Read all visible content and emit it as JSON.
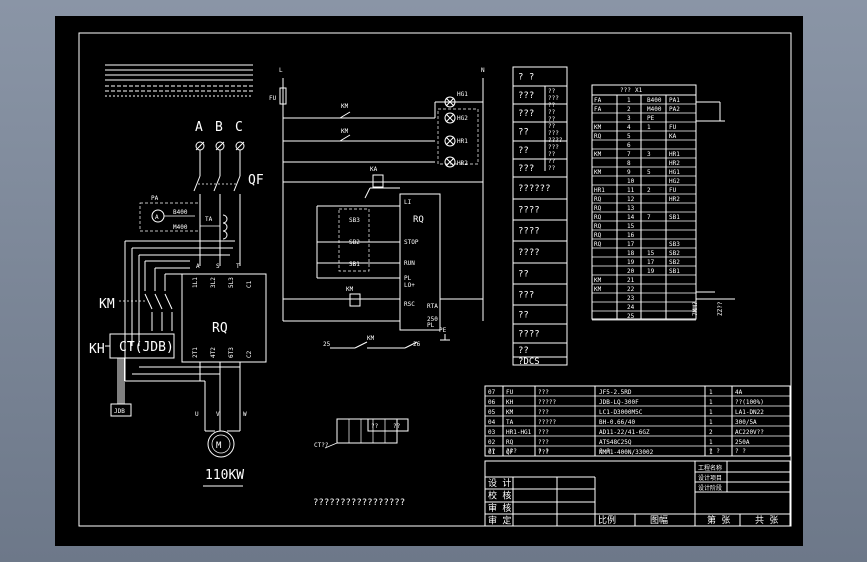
{
  "phases": [
    "A",
    "B",
    "C"
  ],
  "labels": {
    "qf": "QF",
    "km": "KM",
    "kh": "KH",
    "ct": "CT(JDB)",
    "rq": "RQ",
    "ta": "TA",
    "pa": "PA",
    "jdb": "JDB",
    "motor_power": "110KW",
    "out_u": "U",
    "out_v": "V",
    "out_w": "W",
    "term_1l1": "1L1",
    "term_3l2": "3L2",
    "term_5l3": "5L3",
    "term_c1": "C1",
    "term_2t1": "2T1",
    "term_4t2": "4T2",
    "term_6t3": "6T3",
    "term_c2": "C2",
    "ctrl_rq": "RQ",
    "ctrl_stop": "STOP",
    "ctrl_run": "RUN",
    "ctrl_rsc": "RSC",
    "ctrl_rta": "RTA",
    "ctrl_pe": "PE",
    "ctrl_l": "L",
    "ctrl_n": "N",
    "ctrl_fu": "FU",
    "ctrl_sb1": "SB1",
    "ctrl_sb2": "SB2",
    "ctrl_sb3": "SB3",
    "ctrl_hg1": "HG1",
    "ctrl_hg2": "HG2",
    "ctrl_hr1": "HR1",
    "ctrl_hr2": "HR2",
    "ctrl_ka": "KA",
    "ctrl_km": "KM",
    "ct_small": "CT??",
    "bottom_note": "?????????????????"
  },
  "legend_left": [
    "? ?",
    "???",
    "???",
    "??",
    "??",
    "???",
    "??????",
    "????",
    "????",
    "????",
    "??",
    "???",
    "??",
    "????",
    "??",
    "?DCS"
  ],
  "legend_right": [
    "??",
    "???",
    "??",
    "??",
    "??",
    "??",
    "???",
    "????",
    "???",
    "??",
    "??",
    "??"
  ],
  "terminal_header": [
    "???",
    "X1"
  ],
  "terminal_rows": [
    [
      "FA",
      "1",
      "B400",
      "PA1"
    ],
    [
      "FA",
      "2",
      "M400",
      "PA2"
    ],
    [
      "",
      "3",
      "PE",
      ""
    ],
    [
      "KM",
      "4",
      "1",
      "FU"
    ],
    [
      "RQ",
      "5",
      "",
      "KA"
    ],
    [
      "",
      "6",
      "",
      ""
    ],
    [
      "KM",
      "7",
      "3",
      "HR1"
    ],
    [
      "",
      "8",
      "",
      "HR2"
    ],
    [
      "KM",
      "9",
      "5",
      "HG1"
    ],
    [
      "",
      "10",
      "",
      "HG2"
    ],
    [
      "HR1",
      "11",
      "2",
      "FU"
    ],
    [
      "RQ",
      "12",
      "",
      "HR2"
    ],
    [
      "RQ",
      "13",
      "",
      ""
    ],
    [
      "RQ",
      "14",
      "7",
      "SB1"
    ],
    [
      "RQ",
      "15",
      "",
      ""
    ],
    [
      "RQ",
      "16",
      "",
      ""
    ],
    [
      "RQ",
      "17",
      "",
      "SB3"
    ],
    [
      "",
      "18",
      "15",
      "SB2"
    ],
    [
      "",
      "19",
      "17",
      "SB2"
    ],
    [
      "",
      "20",
      "19",
      "SB1"
    ],
    [
      "KM",
      "21",
      "",
      ""
    ],
    [
      "KM",
      "22",
      "",
      ""
    ],
    [
      "",
      "23",
      "",
      ""
    ],
    [
      "",
      "24",
      "",
      ""
    ],
    [
      "",
      "25",
      "",
      ""
    ]
  ],
  "vertical_notes": [
    "7MM?",
    "ZZ??"
  ],
  "bom_rows": [
    [
      "07",
      "FU",
      "???",
      "JF5-2.5RD",
      "1",
      "4A"
    ],
    [
      "06",
      "KH",
      "?????",
      "JDB-LQ-300F",
      "1",
      "??(100%)"
    ],
    [
      "05",
      "KM",
      "???",
      "LC1-D3000M5C",
      "1",
      "LA1-DN22"
    ],
    [
      "04",
      "TA",
      "?????",
      "BH-0.66/40",
      "1",
      "300/5A"
    ],
    [
      "03",
      "HR1-HG1",
      "???",
      "AD11-22/41-6GZ",
      "2",
      "AC220V??"
    ],
    [
      "02",
      "RQ",
      "???",
      "ATS48C25Q",
      "1",
      "250A"
    ],
    [
      "01",
      "QF",
      "???",
      "NMM1-400N/33002",
      "1",
      ""
    ]
  ],
  "bom_header": [
    "??",
    "???",
    "? ?",
    "? ?",
    "? ?",
    "? ?"
  ],
  "title_block": {
    "row_labels": [
      "设 计",
      "校 核",
      "审 核",
      "审 定"
    ],
    "right_labels": [
      "工程名称",
      "设计项目",
      "设计阶段"
    ],
    "bottom": [
      "比例",
      "图幅",
      "第 张",
      "共 张"
    ]
  }
}
